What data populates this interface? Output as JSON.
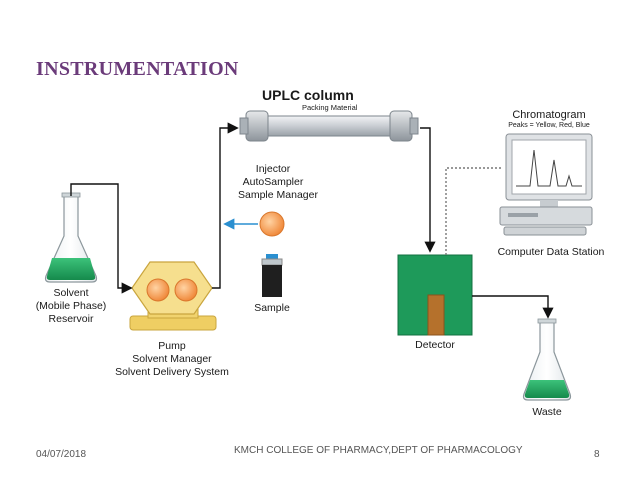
{
  "slide": {
    "title": "INSTRUMENTATION"
  },
  "diagram": {
    "column_title": "UPLC column",
    "column_subtitle": "Packing Material",
    "injector_lines": [
      "Injector",
      "AutoSampler",
      "Sample Manager"
    ],
    "sample_label": "Sample",
    "solvent_lines": [
      "Solvent",
      "(Mobile Phase)",
      "Reservoir"
    ],
    "pump_lines": [
      "Pump",
      "Solvent Manager",
      "Solvent Delivery System"
    ],
    "detector_label": "Detector",
    "waste_label": "Waste",
    "chromatogram_title": "Chromatogram",
    "chromatogram_subtitle": "Peaks = Yellow, Red, Blue",
    "computer_label": "Computer Data Station"
  },
  "footer": {
    "date": "04/07/2018",
    "institution": "KMCH COLLEGE OF PHARMACY,DEPT  OF PHARMACOLOGY",
    "page_number": "8"
  },
  "colors": {
    "title": "#6b3b7a",
    "detector_green": "#1e9a5a",
    "pump_yellow": "#f3d97c",
    "orange_beads": "#f4a261",
    "injector_arrow": "#2a8fd0"
  }
}
